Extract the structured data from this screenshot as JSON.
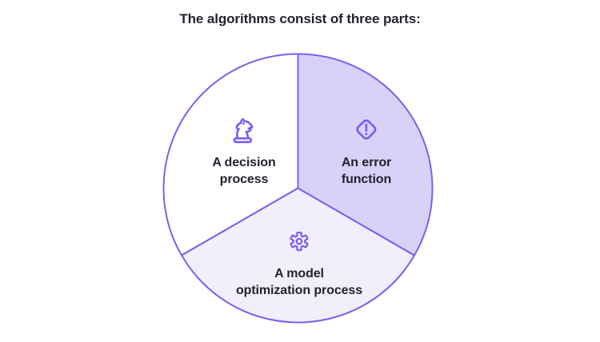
{
  "title": "The algorithms consist of three parts:",
  "colors": {
    "background": "#ffffff",
    "stroke": "#7a5fef",
    "icon": "#7b5bf4",
    "text": "#232230"
  },
  "slices": [
    {
      "id": "decision-process",
      "icon": "knight-icon",
      "label_line1": "A decision",
      "label_line2": "process",
      "fill": "#ffffff"
    },
    {
      "id": "error-function",
      "icon": "alert-diamond-icon",
      "label_line1": "An error",
      "label_line2": "function",
      "fill": "#d9d2f8"
    },
    {
      "id": "model-optimization-process",
      "icon": "gear-icon",
      "label_line1": "A model",
      "label_line2": "optimization process",
      "fill": "#f1effc"
    }
  ]
}
